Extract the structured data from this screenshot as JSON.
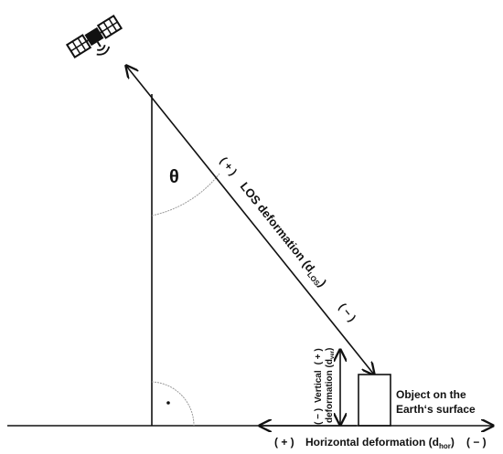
{
  "satellite": {
    "icon": "satellite-icon"
  },
  "angle": {
    "symbol": "θ"
  },
  "los": {
    "plus": "( + )",
    "minus": "( − )",
    "label_main": "LOS deformation (d",
    "label_sub": "LOS",
    "label_end": ")"
  },
  "vertical": {
    "line1_sign_minus": "( − )",
    "line1_text": "Vertical",
    "line1_sign_plus": "( + )",
    "line2_main": "deformation (d",
    "line2_sub": "ver",
    "line2_end": ")"
  },
  "horizontal": {
    "plus": "( + )",
    "label_main": "Horizontal deformation (d",
    "label_sub": "hor",
    "label_end": ")",
    "minus": "( − )"
  },
  "object": {
    "line1": "Object on the",
    "line2": "Earth‘s surface"
  },
  "colors": {
    "line": "#111111",
    "arc": "#9a9a9a"
  }
}
